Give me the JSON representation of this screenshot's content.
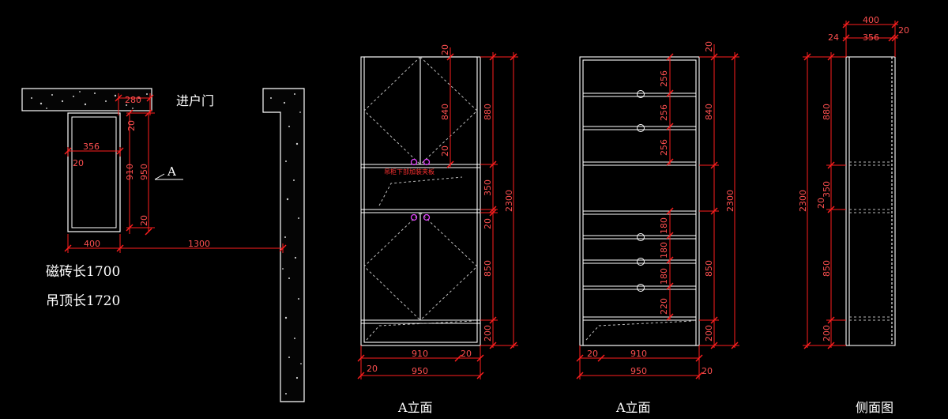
{
  "colors": {
    "background": "#000000",
    "outline": "#ffffff",
    "dimension": "#ff1e1e",
    "dim_text": "#ff5050",
    "door_fold": "#bdbdbd",
    "handle": "#e040fb"
  },
  "plan": {
    "entry_door_label": "进户门",
    "marker_label": "A",
    "tile_length_note": "磁砖长1700",
    "ceiling_length_note": "吊顶长1720",
    "dims": {
      "top_offset": "280",
      "inner_width": "356",
      "side_thickness": "20",
      "top_gap": "20",
      "inner_height": "910",
      "overall_height": "950",
      "bottom_gap": "20",
      "cabinet_depth": "400",
      "gap_to_wall": "1300"
    }
  },
  "elevation_a": {
    "title": "A立面",
    "note": "吊柜下部加装夹板",
    "dims": {
      "top_gap": "20",
      "upper_door_height": "840",
      "mid_gap": "20",
      "upper_section": "880",
      "niche": "350",
      "niche_gap": "20",
      "lower_section": "850",
      "base": "200",
      "total_height": "2300",
      "inner_width": "910",
      "side": "20",
      "left_side": "20",
      "total_width": "950"
    }
  },
  "elevation_b": {
    "title": "A立面",
    "dims": {
      "top_gap": "20",
      "drawer_upper_1": "256",
      "drawer_upper_2": "256",
      "drawer_upper_3": "256",
      "upper_section": "840",
      "total_height": "2300",
      "drawer_lower_1": "180",
      "drawer_lower_2": "180",
      "drawer_lower_3": "180",
      "drawer_lower_4": "220",
      "lower_section": "850",
      "base": "200",
      "left_side": "20",
      "inner_width": "910",
      "total_width": "950",
      "right_side": "20"
    }
  },
  "side_view": {
    "title": "侧面图",
    "dims": {
      "total_depth": "400",
      "back_gap": "24",
      "inner_depth": "356",
      "front_gap": "20",
      "total_height": "2300",
      "upper_section": "880",
      "niche": "350",
      "gap": "20",
      "lower_section": "850",
      "base": "200"
    }
  }
}
